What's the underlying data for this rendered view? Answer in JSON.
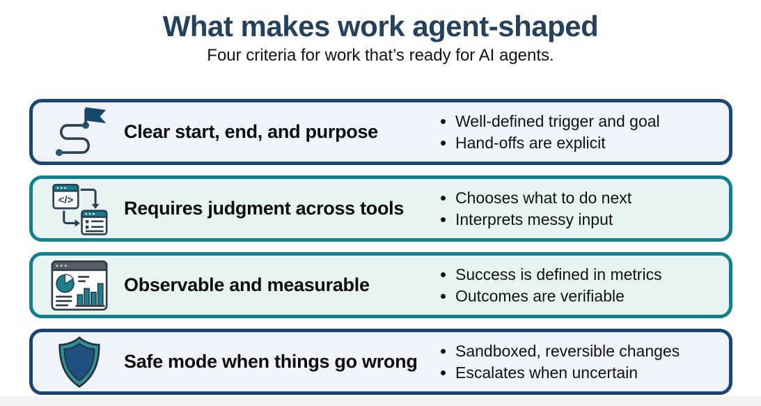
{
  "page": {
    "title": "What makes work agent-shaped",
    "subtitle": "Four criteria for work that’s ready for AI agents."
  },
  "colors": {
    "title_text": "#24425c",
    "navy_border": "#1b4674",
    "teal_border": "#12808d",
    "navy_card_bg": "#f0f4fa",
    "teal_card_bg": "#e8f4f1",
    "flag_fill": "#17466f",
    "shield_outer": "#2e8d98",
    "shield_inner": "#1f5080"
  },
  "cards": [
    {
      "icon": "route-flag-icon",
      "theme": "navy",
      "heading": "Clear start, end, and purpose",
      "bullets": [
        "Well-defined trigger and goal",
        "Hand-offs are explicit"
      ]
    },
    {
      "icon": "code-to-tools-workflow-icon",
      "icon_glyph": "</>",
      "theme": "teal",
      "heading": "Requires judgment across tools",
      "bullets": [
        "Chooses what to do next",
        "Interprets messy input"
      ]
    },
    {
      "icon": "dashboard-metrics-icon",
      "theme": "teal",
      "heading": "Observable and measurable",
      "bullets": [
        "Success is defined in metrics",
        "Outcomes are verifiable"
      ]
    },
    {
      "icon": "shield-icon",
      "theme": "navy",
      "heading": "Safe mode when things go wrong",
      "bullets": [
        "Sandboxed, reversible changes",
        "Escalates when uncertain"
      ]
    }
  ]
}
